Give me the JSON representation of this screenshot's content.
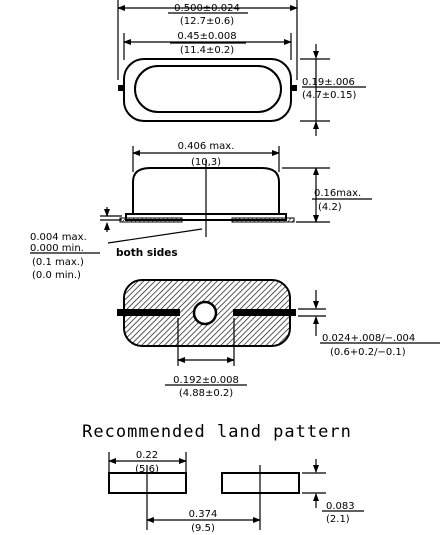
{
  "top_view": {
    "overall_length": "0.500±0.024",
    "overall_length_mm": "(12.7±0.6)",
    "body_length": "0.45±0.008",
    "body_length_mm": "(11.4±0.2)",
    "height": "0.19±.006",
    "height_mm": "(4.7±0.15)"
  },
  "side_view": {
    "max_width": "0.406  max.",
    "max_width_mm": "(10,3)",
    "max_height": "0.16max.",
    "max_height_mm": "(4.2)",
    "standoff_max": "0.004  max.",
    "standoff_min": "0.000  min.",
    "standoff_max_mm": "(0.1  max.)",
    "standoff_min_mm": "(0.0  min.)",
    "both_sides": "both  sides"
  },
  "bottom_view": {
    "lead_width": "0.024+.008/−.004",
    "lead_width_mm": "(0.6+0.2/−0.1)",
    "lead_gap": "0.192±0.008",
    "lead_gap_mm": "(4.88±0.2)"
  },
  "land_pattern": {
    "title": "Recommended  land  pattern",
    "pad_length": "0.22",
    "pad_length_mm": "(5.6)",
    "pad_pitch": "0.374",
    "pad_pitch_mm": "(9.5)",
    "pad_height": "0.083",
    "pad_height_mm": "(2.1)"
  },
  "colors": {
    "line": "#000000",
    "hatch": "#000000",
    "background": "#ffffff"
  }
}
